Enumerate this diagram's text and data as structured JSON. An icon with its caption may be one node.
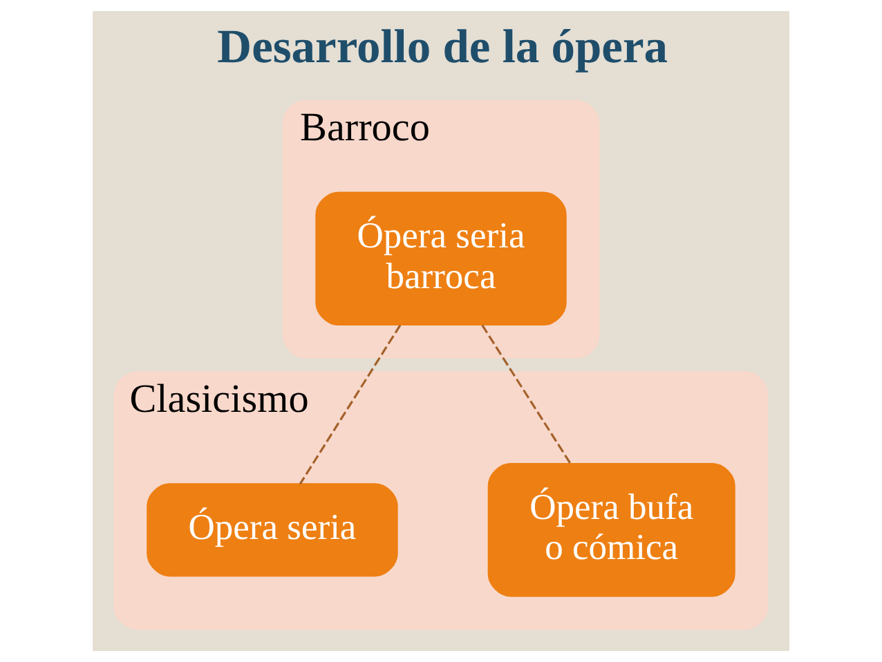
{
  "diagram": {
    "title": "Desarrollo de la ópera",
    "nodes": [
      {
        "text": [
          "Barroco"
        ]
      },
      {
        "text": [
          "Ópera seria barroca"
        ],
        "in": 0
      },
      {
        "text": [
          "Clasicismo"
        ]
      },
      {
        "text": [
          "Ópera seria"
        ],
        "in": 2
      },
      {
        "text": [
          "Ópera bufa o cómica"
        ],
        "in": 2
      }
    ],
    "edges": [
      {
        "from": 1,
        "to": 3,
        "arrow": "none",
        "style": "dashed"
      },
      {
        "from": 1,
        "to": 4,
        "arrow": "none",
        "style": "dashed"
      }
    ]
  }
}
